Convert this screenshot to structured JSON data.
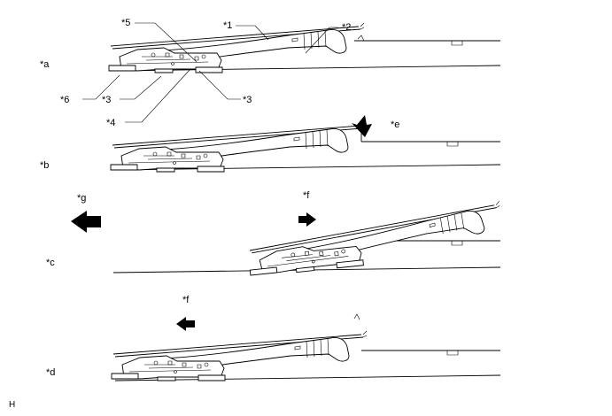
{
  "figure_code": "H",
  "step_labels": {
    "a": "*a",
    "b": "*b",
    "c": "*c",
    "d": "*d"
  },
  "callouts": {
    "c1": "*1",
    "c2": "*2",
    "c3_left": "*3",
    "c3_right": "*3",
    "c4": "*4",
    "c5": "*5",
    "c6": "*6",
    "e": "*e",
    "f_up": "*f",
    "f_down": "*f",
    "g": "*g"
  }
}
